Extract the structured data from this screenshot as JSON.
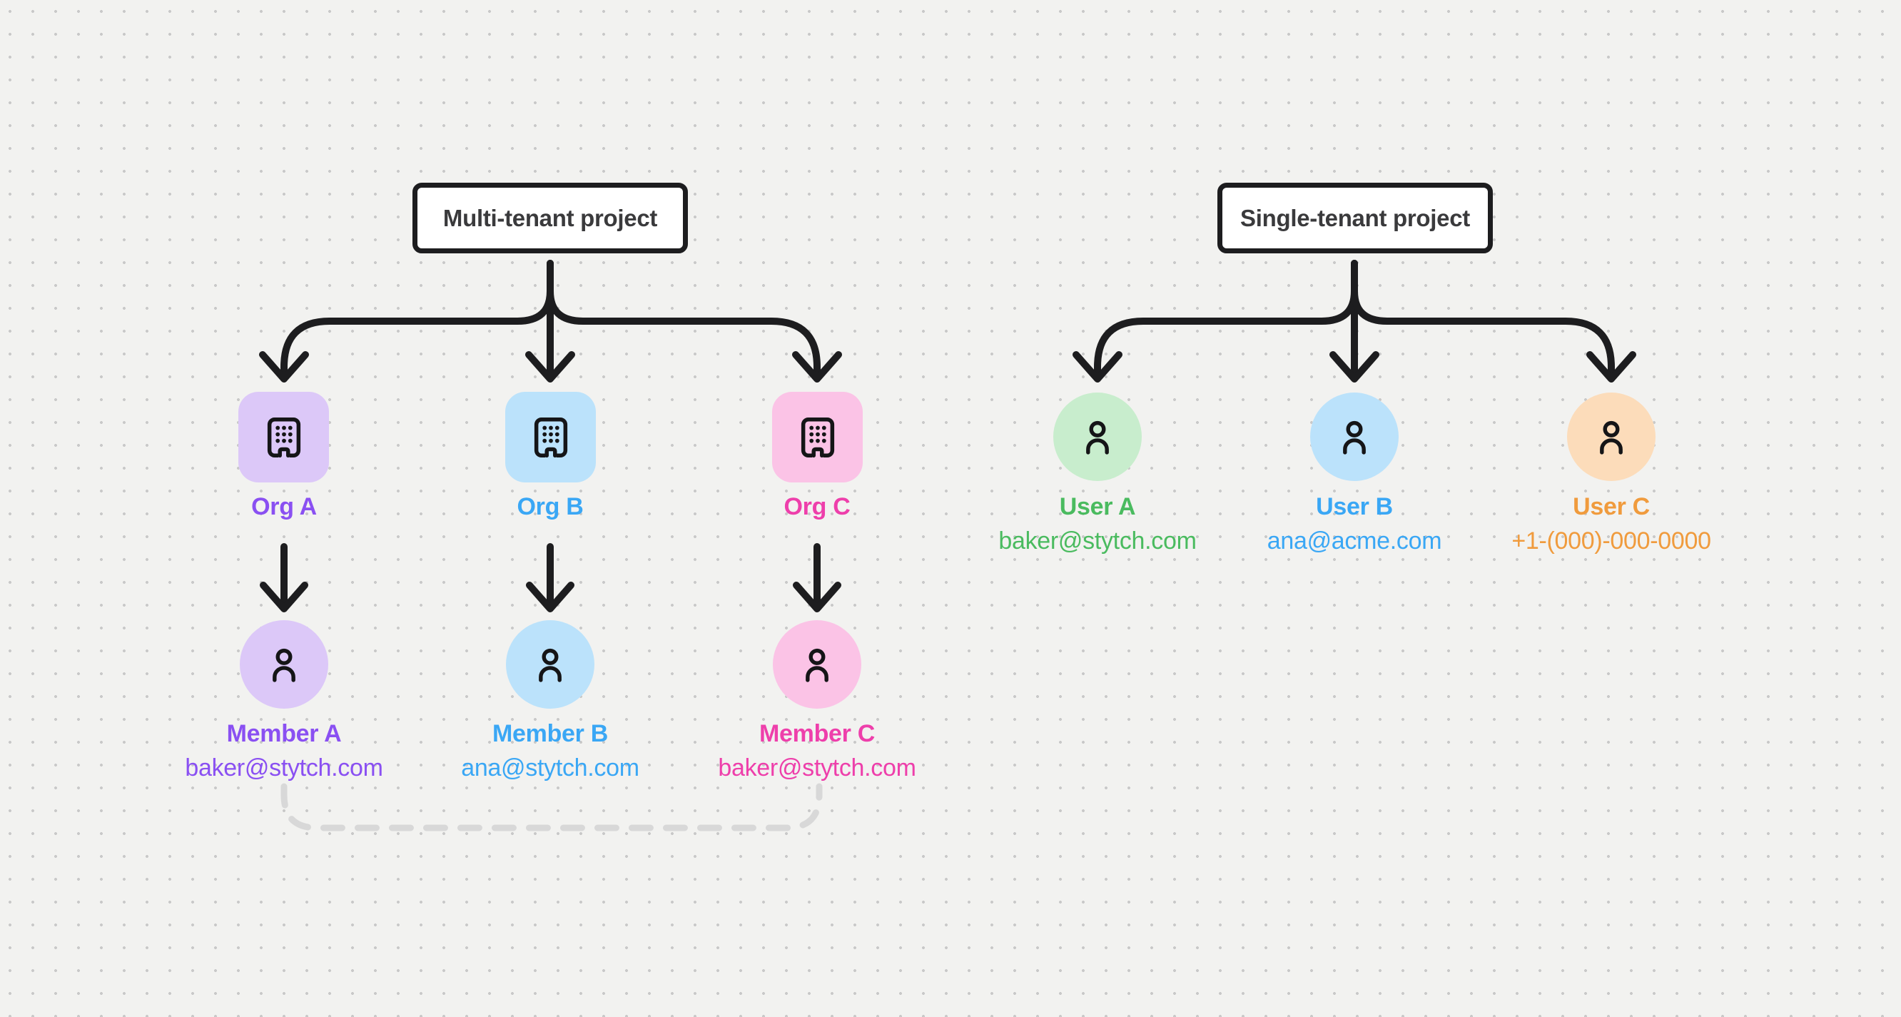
{
  "canvas": {
    "background_color": "#f2f2f0",
    "dot_color": "#c9c9c9"
  },
  "palette": {
    "connector_stroke": "#1d1d1f",
    "title_text": "#3a3a3c",
    "title_box_background": "#ffffff",
    "dashed_link": "#d8d8d8",
    "purple_fill": "#dcc8f8",
    "purple_text": "#8a50f2",
    "blue_fill": "#bbe2fb",
    "blue_text": "#3aa7f5",
    "pink_fill": "#fbc3e6",
    "pink_text": "#ee3fab",
    "green_fill": "#c8edcd",
    "green_text": "#4abb5f",
    "orange_fill": "#fcdcba",
    "orange_text": "#f09b3d"
  },
  "multi_tenant": {
    "title": "Multi-tenant project",
    "orgs": [
      {
        "label": "Org A",
        "icon": "building",
        "tint": "purple",
        "member": {
          "label": "Member A",
          "icon": "person",
          "contact": "baker@stytch.com"
        }
      },
      {
        "label": "Org B",
        "icon": "building",
        "tint": "blue",
        "member": {
          "label": "Member B",
          "icon": "person",
          "contact": "ana@stytch.com"
        }
      },
      {
        "label": "Org C",
        "icon": "building",
        "tint": "pink",
        "member": {
          "label": "Member C",
          "icon": "person",
          "contact": "baker@stytch.com"
        }
      }
    ]
  },
  "single_tenant": {
    "title": "Single-tenant project",
    "users": [
      {
        "label": "User A",
        "icon": "person",
        "tint": "green",
        "contact": "baker@stytch.com"
      },
      {
        "label": "User B",
        "icon": "person",
        "tint": "blue",
        "contact": "ana@acme.com"
      },
      {
        "label": "User C",
        "icon": "person",
        "tint": "orange",
        "contact": "+1-(000)-000-0000"
      }
    ]
  }
}
